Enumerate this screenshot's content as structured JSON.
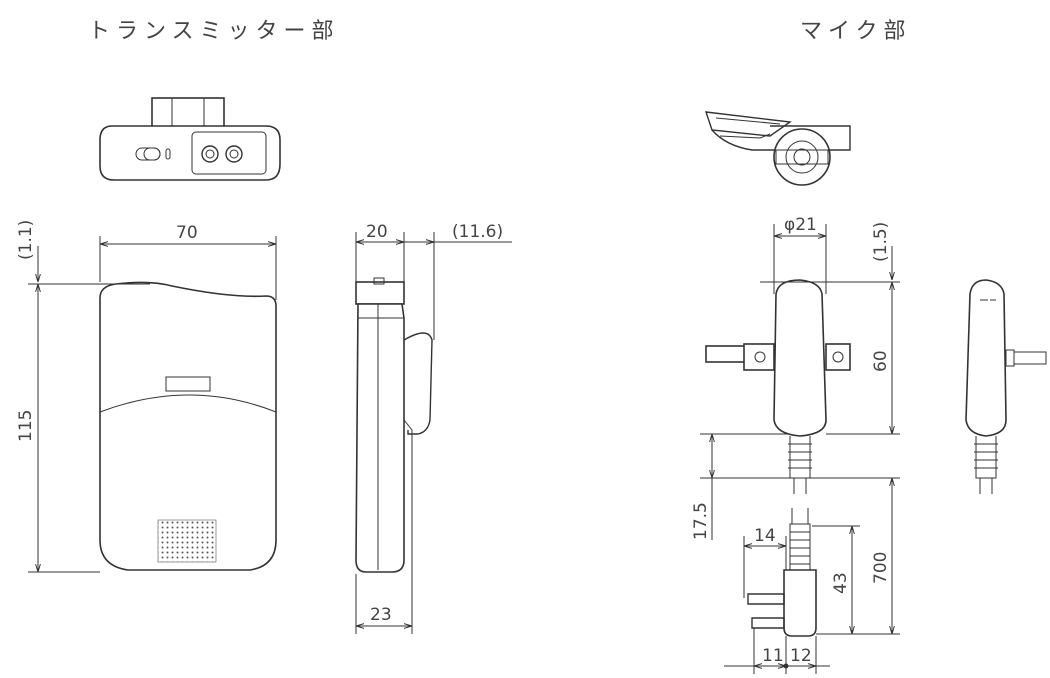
{
  "titles": {
    "transmitter": "トランスミッター部",
    "microphone": "マイク部"
  },
  "dimensions": {
    "t_top_offset": "(1.1)",
    "t_width": "70",
    "t_height": "115",
    "t_side_depth": "20",
    "t_clip": "(11.6)",
    "t_bottom_depth": "23",
    "m_diameter": "φ21",
    "m_top_offset": "(1.5)",
    "m_height": "60",
    "m_cable_gap": "17.5",
    "m_cable_length": "700",
    "m_plug_height": "43",
    "m_plug_width": "14",
    "m_pin_a": "11",
    "m_pin_b": "12"
  }
}
